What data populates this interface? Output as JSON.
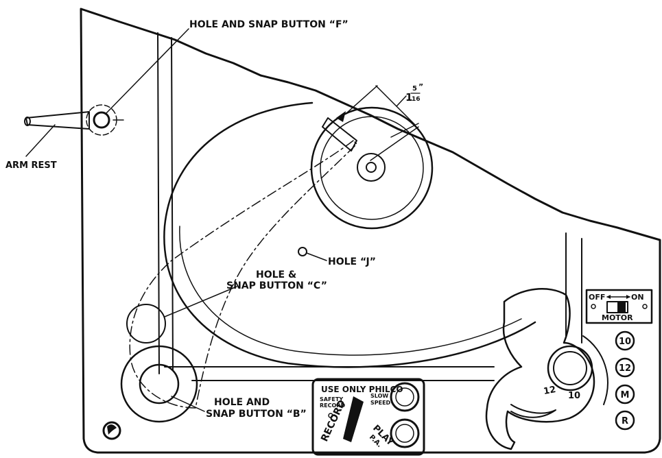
{
  "labels": {
    "hole_f": "HOLE AND SNAP BUTTON “F”",
    "arm_rest": "ARM REST",
    "dim_whole": "1",
    "dim_num": "5",
    "dim_den": "16",
    "dim_inch": "”",
    "hole_j": "HOLE “J”",
    "hole_c_line1": "HOLE &",
    "hole_c_line2": "SNAP BUTTON “C”",
    "hole_b_line1": "HOLE AND",
    "hole_b_line2": "SNAP BUTTON “B”"
  },
  "motor_switch": {
    "off": "OFF",
    "on": "ON",
    "label": "MOTOR"
  },
  "speed_buttons": [
    "10",
    "12",
    "M",
    "R"
  ],
  "speed_dial": {
    "left": "12",
    "right": "10"
  },
  "record_panel": {
    "header": "USE ONLY PHILCO",
    "safety": "SAFETY",
    "record_small": "RECORD",
    "slow": "SLOW",
    "speed_small": "SPEED",
    "record_arc": "RECORD",
    "play": "PLAY",
    "pa": "P.A."
  },
  "colors": {
    "ink": "#111111",
    "paper": "#ffffff"
  }
}
